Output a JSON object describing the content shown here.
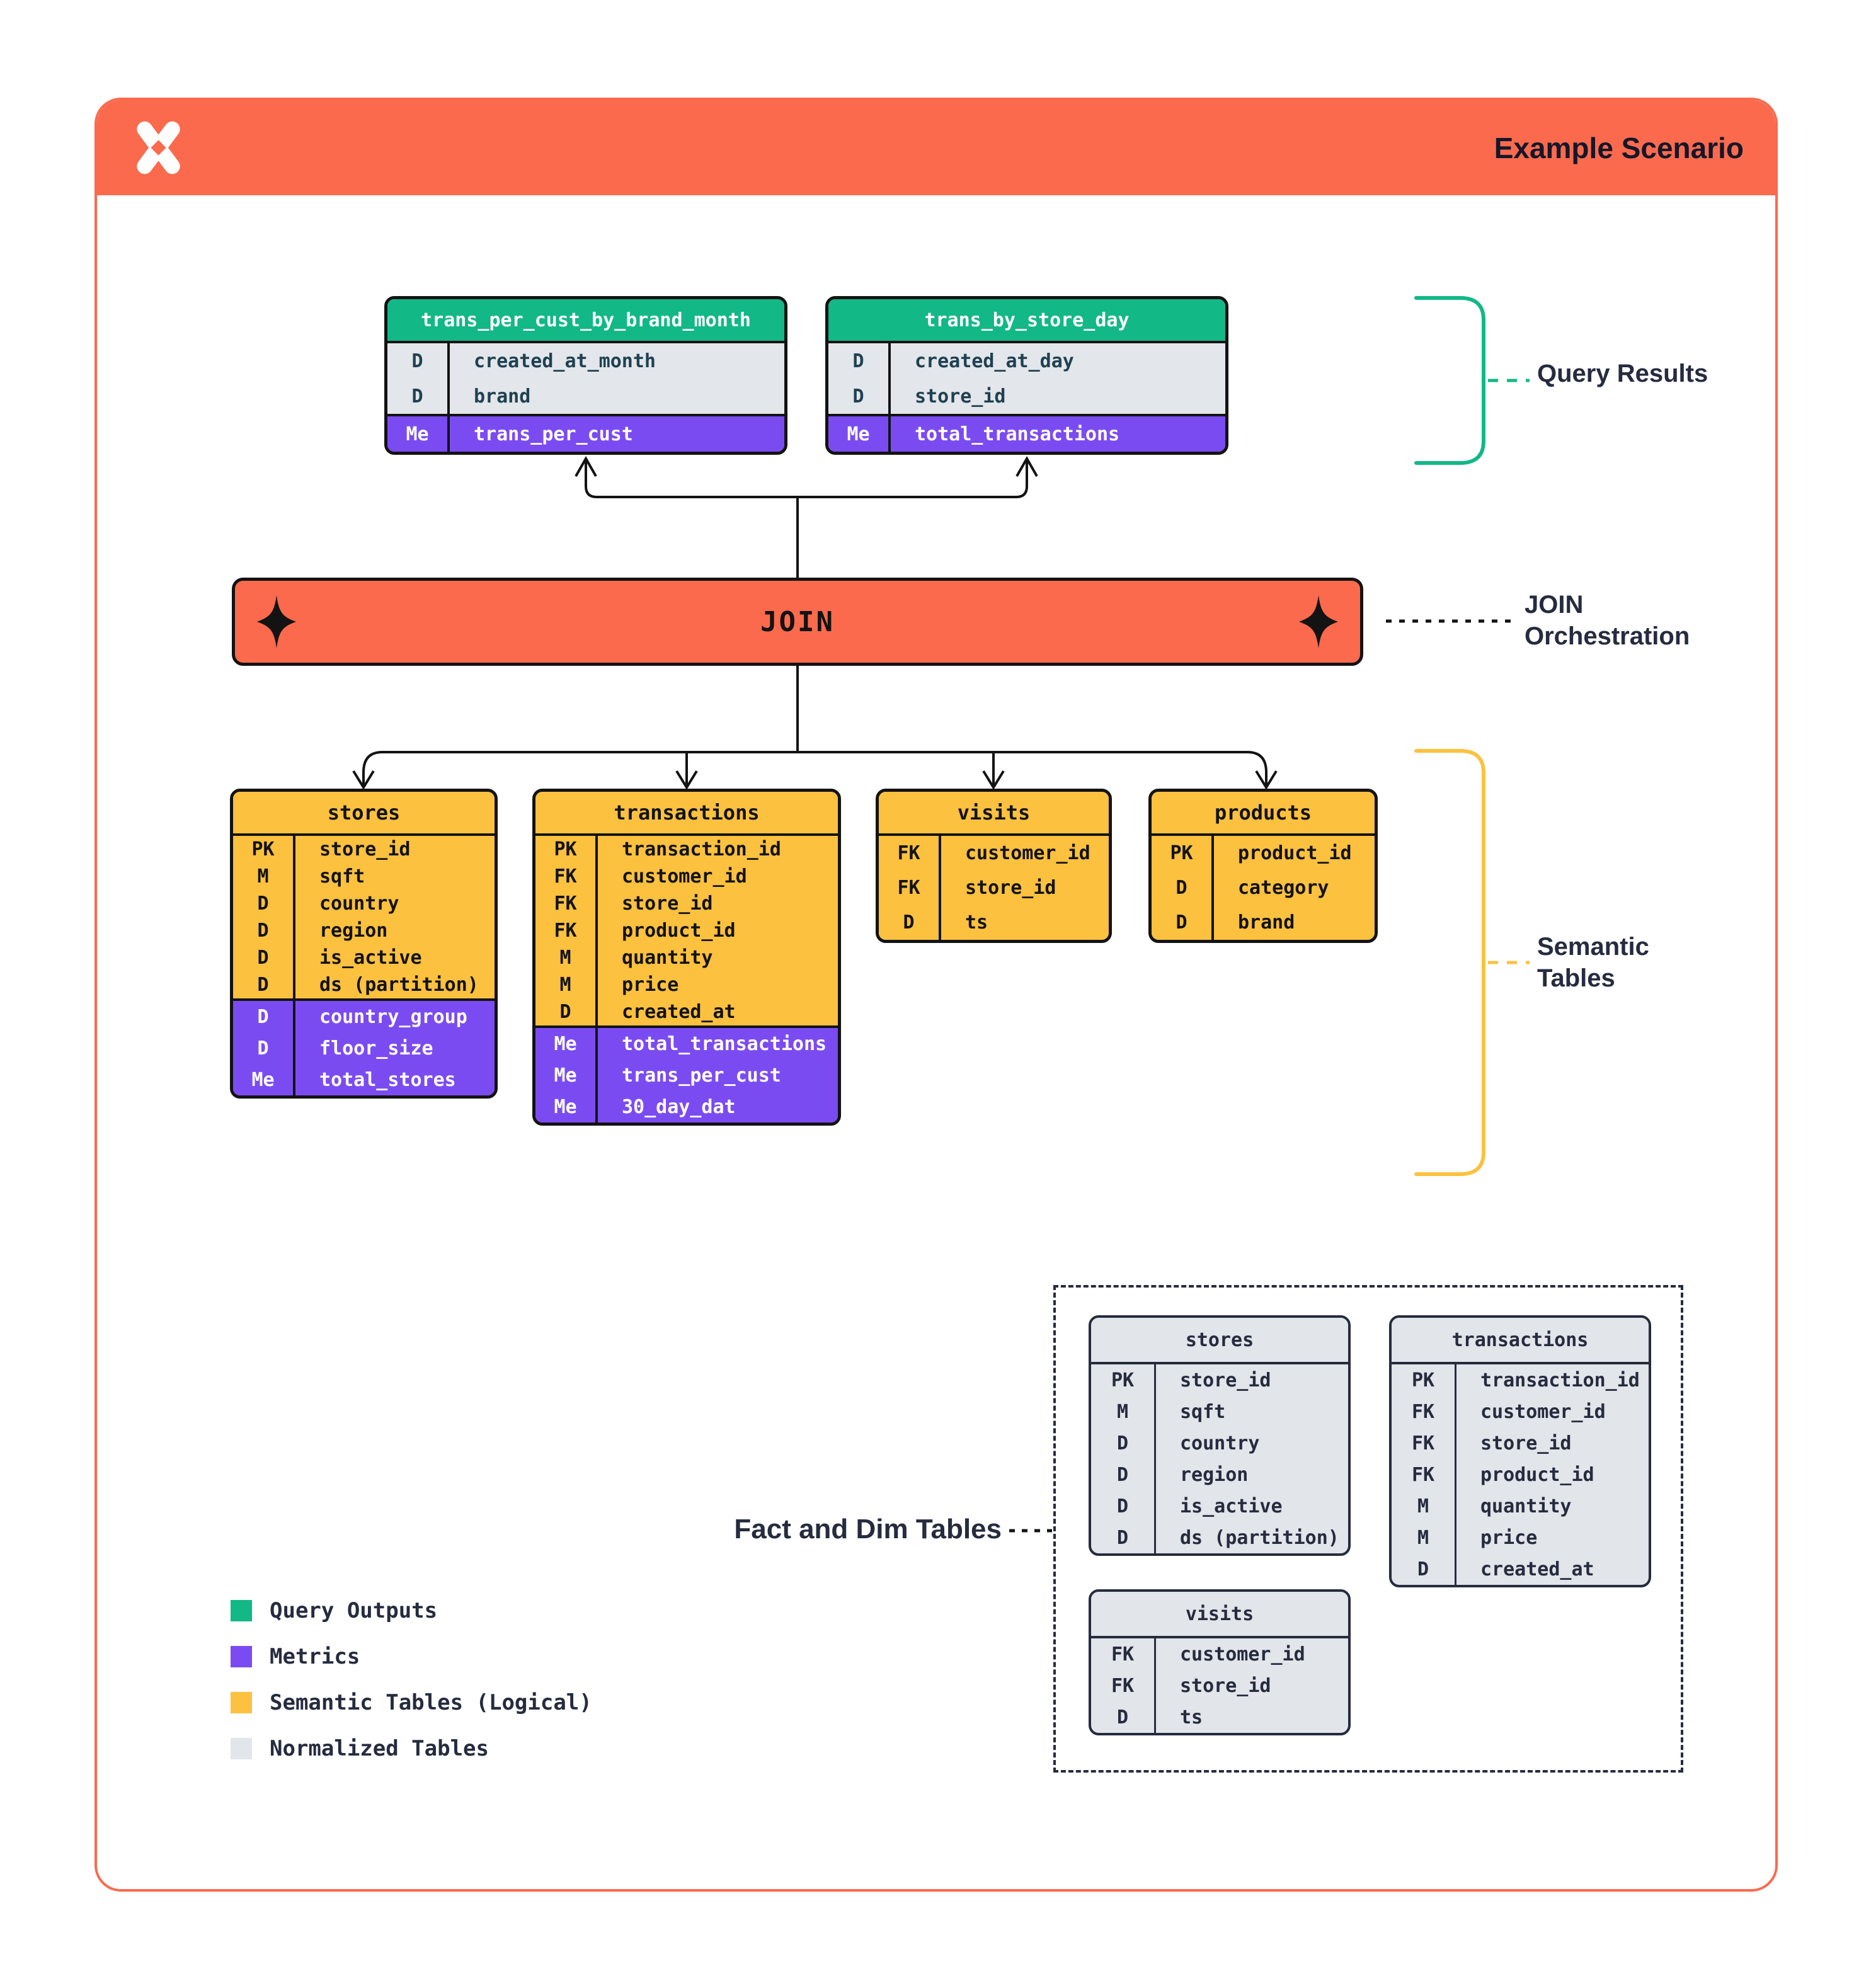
{
  "colors": {
    "orange": "#FB6A4D",
    "green": "#12B886",
    "purple": "#7B4BF2",
    "yellow": "#FCC13E",
    "gray-row": "#E3E6EA",
    "gray-table": "#E2E5E9",
    "ink": "#262B3F",
    "ink-dark": "#14172A",
    "slate": "#1F4152",
    "line": "#131313"
  },
  "header": {
    "title": "Example Scenario",
    "logo": "x-logo"
  },
  "join": {
    "label": "JOIN"
  },
  "labels": {
    "query_results": "Query Results",
    "join_orchestration_line1": "JOIN",
    "join_orchestration_line2": "Orchestration",
    "semantic_tables_line1": "Semantic",
    "semantic_tables_line2": "Tables",
    "fact_dim": "Fact and Dim Tables"
  },
  "query_tables": [
    {
      "title": "trans_per_cust_by_brand_month",
      "rows": [
        {
          "key": "D",
          "name": "created_at_month",
          "section": "dim"
        },
        {
          "key": "D",
          "name": "brand",
          "section": "dim"
        },
        {
          "key": "Me",
          "name": "trans_per_cust",
          "section": "metric"
        }
      ]
    },
    {
      "title": "trans_by_store_day",
      "rows": [
        {
          "key": "D",
          "name": "created_at_day",
          "section": "dim"
        },
        {
          "key": "D",
          "name": "store_id",
          "section": "dim"
        },
        {
          "key": "Me",
          "name": "total_transactions",
          "section": "metric"
        }
      ]
    }
  ],
  "semantic_tables": [
    {
      "title": "stores",
      "rows": [
        {
          "key": "PK",
          "name": "store_id",
          "section": "dim"
        },
        {
          "key": "M",
          "name": "sqft",
          "section": "dim"
        },
        {
          "key": "D",
          "name": "country",
          "section": "dim"
        },
        {
          "key": "D",
          "name": "region",
          "section": "dim"
        },
        {
          "key": "D",
          "name": "is_active",
          "section": "dim"
        },
        {
          "key": "D",
          "name": "ds (partition)",
          "section": "dim"
        },
        {
          "key": "D",
          "name": "country_group",
          "section": "metric"
        },
        {
          "key": "D",
          "name": "floor_size",
          "section": "metric"
        },
        {
          "key": "Me",
          "name": "total_stores",
          "section": "metric"
        }
      ]
    },
    {
      "title": "transactions",
      "rows": [
        {
          "key": "PK",
          "name": "transaction_id",
          "section": "dim"
        },
        {
          "key": "FK",
          "name": "customer_id",
          "section": "dim"
        },
        {
          "key": "FK",
          "name": "store_id",
          "section": "dim"
        },
        {
          "key": "FK",
          "name": "product_id",
          "section": "dim"
        },
        {
          "key": "M",
          "name": "quantity",
          "section": "dim"
        },
        {
          "key": "M",
          "name": "price",
          "section": "dim"
        },
        {
          "key": "D",
          "name": "created_at",
          "section": "dim"
        },
        {
          "key": "Me",
          "name": "total_transactions",
          "section": "metric"
        },
        {
          "key": "Me",
          "name": "trans_per_cust",
          "section": "metric"
        },
        {
          "key": "Me",
          "name": "30_day_dat",
          "section": "metric"
        }
      ]
    },
    {
      "title": "visits",
      "rows": [
        {
          "key": "FK",
          "name": "customer_id",
          "section": "dim"
        },
        {
          "key": "FK",
          "name": "store_id",
          "section": "dim"
        },
        {
          "key": "D",
          "name": "ts",
          "section": "dim"
        }
      ]
    },
    {
      "title": "products",
      "rows": [
        {
          "key": "PK",
          "name": "product_id",
          "section": "dim"
        },
        {
          "key": "D",
          "name": "category",
          "section": "dim"
        },
        {
          "key": "D",
          "name": "brand",
          "section": "dim"
        }
      ]
    }
  ],
  "normalized_tables": [
    {
      "title": "stores",
      "rows": [
        {
          "key": "PK",
          "name": "store_id",
          "section": "dim"
        },
        {
          "key": "M",
          "name": "sqft",
          "section": "dim"
        },
        {
          "key": "D",
          "name": "country",
          "section": "dim"
        },
        {
          "key": "D",
          "name": "region",
          "section": "dim"
        },
        {
          "key": "D",
          "name": "is_active",
          "section": "dim"
        },
        {
          "key": "D",
          "name": "ds (partition)",
          "section": "dim"
        }
      ]
    },
    {
      "title": "transactions",
      "rows": [
        {
          "key": "PK",
          "name": "transaction_id",
          "section": "dim"
        },
        {
          "key": "FK",
          "name": "customer_id",
          "section": "dim"
        },
        {
          "key": "FK",
          "name": "store_id",
          "section": "dim"
        },
        {
          "key": "FK",
          "name": "product_id",
          "section": "dim"
        },
        {
          "key": "M",
          "name": "quantity",
          "section": "dim"
        },
        {
          "key": "M",
          "name": "price",
          "section": "dim"
        },
        {
          "key": "D",
          "name": "created_at",
          "section": "dim"
        }
      ]
    },
    {
      "title": "visits",
      "rows": [
        {
          "key": "FK",
          "name": "customer_id",
          "section": "dim"
        },
        {
          "key": "FK",
          "name": "store_id",
          "section": "dim"
        },
        {
          "key": "D",
          "name": "ts",
          "section": "dim"
        }
      ]
    }
  ],
  "legend": {
    "items": [
      {
        "label": "Query Outputs",
        "color_key": "green"
      },
      {
        "label": "Metrics",
        "color_key": "purple"
      },
      {
        "label": "Semantic Tables (Logical)",
        "color_key": "yellow"
      },
      {
        "label": "Normalized Tables",
        "color_key": "gray-table"
      }
    ]
  }
}
